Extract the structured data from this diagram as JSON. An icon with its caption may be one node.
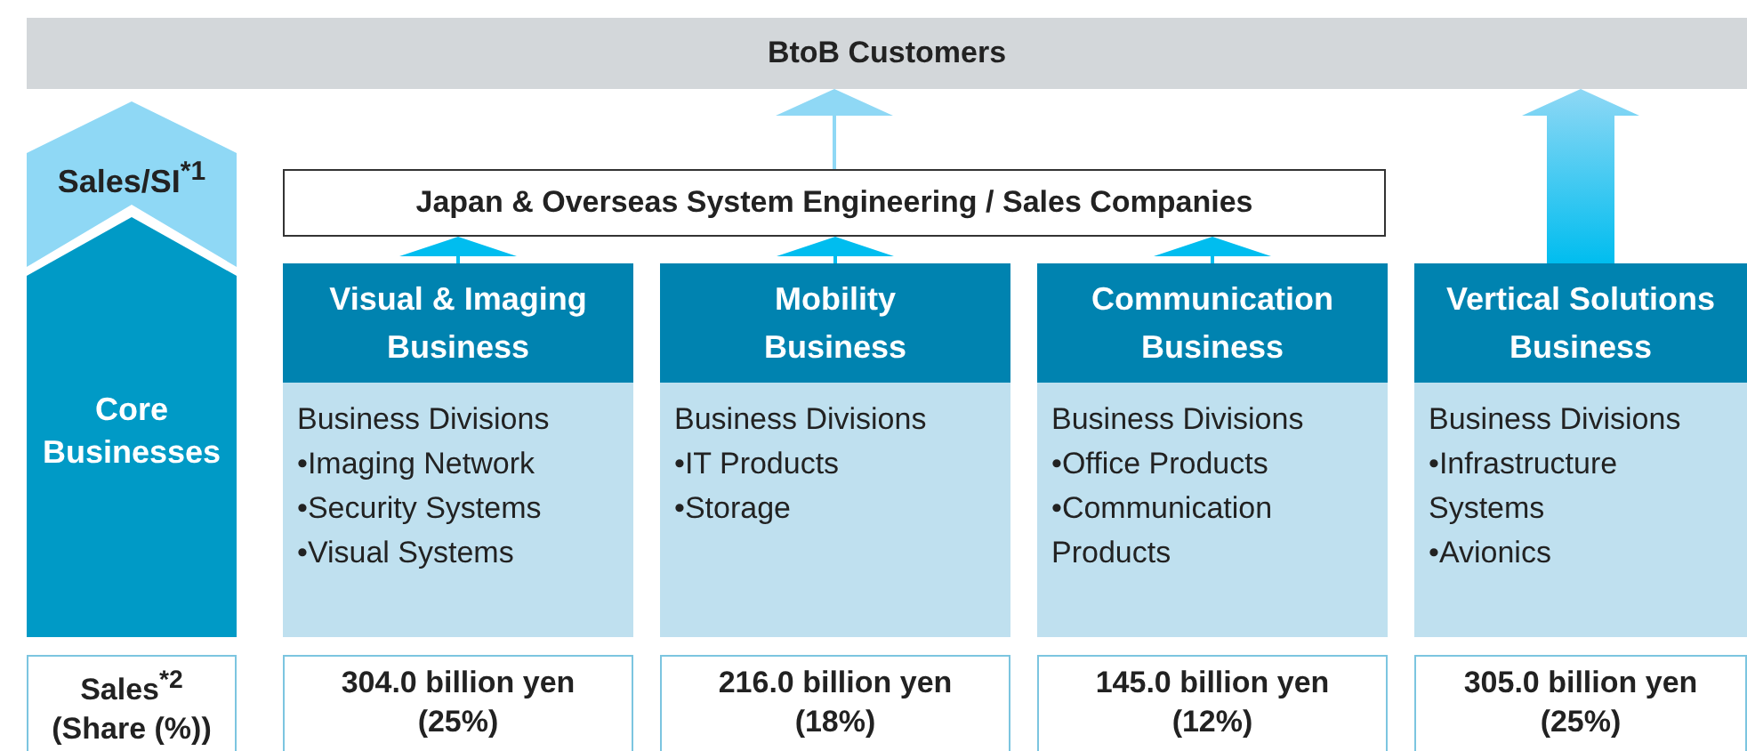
{
  "diagram": {
    "nodes": [
      {
        "text": [
          "BtoB Customers"
        ]
      },
      {
        "text": [
          "Sales/SI$^{*1}$"
        ]
      },
      {
        "text": [
          "Core Businesses"
        ]
      },
      {
        "text": [
          "Japan & Overseas System Engineering / Sales Companies"
        ]
      },
      {
        "text": [
          "Visual & Imaging Business",
          "Business Divisions",
          "•Imaging Network",
          "•Security Systems",
          "•Visual Systems"
        ]
      },
      {
        "text": [
          "Mobility Business",
          "Business Divisions",
          "•IT Products",
          "•Storage"
        ]
      },
      {
        "text": [
          "Communication Business",
          "Business Divisions",
          "•Office Products",
          "•Communication Products"
        ]
      },
      {
        "text": [
          "Vertical Solutions Business",
          "Business Divisions",
          "•Infrastructure Systems",
          "•Avionics"
        ]
      },
      {
        "text": [
          "Sales$^{*2}$ (Share (%))"
        ]
      },
      {
        "text": [
          "304.0 billion yen (25%)"
        ]
      },
      {
        "text": [
          "216.0 billion yen (18%)"
        ]
      },
      {
        "text": [
          "145.0 billion yen (12%)"
        ]
      },
      {
        "text": [
          "305.0 billion yen (25%)"
        ]
      }
    ],
    "edges": [
      {
        "from": 4,
        "to": 3,
        "arrow": "to"
      },
      {
        "from": 5,
        "to": 3,
        "arrow": "to"
      },
      {
        "from": 6,
        "to": 3,
        "arrow": "to"
      },
      {
        "from": 3,
        "to": 0,
        "arrow": "to",
        "color": "#8fd8f5"
      },
      {
        "from": 7,
        "to": 0,
        "arrow": "to",
        "style": "thick"
      }
    ]
  }
}
